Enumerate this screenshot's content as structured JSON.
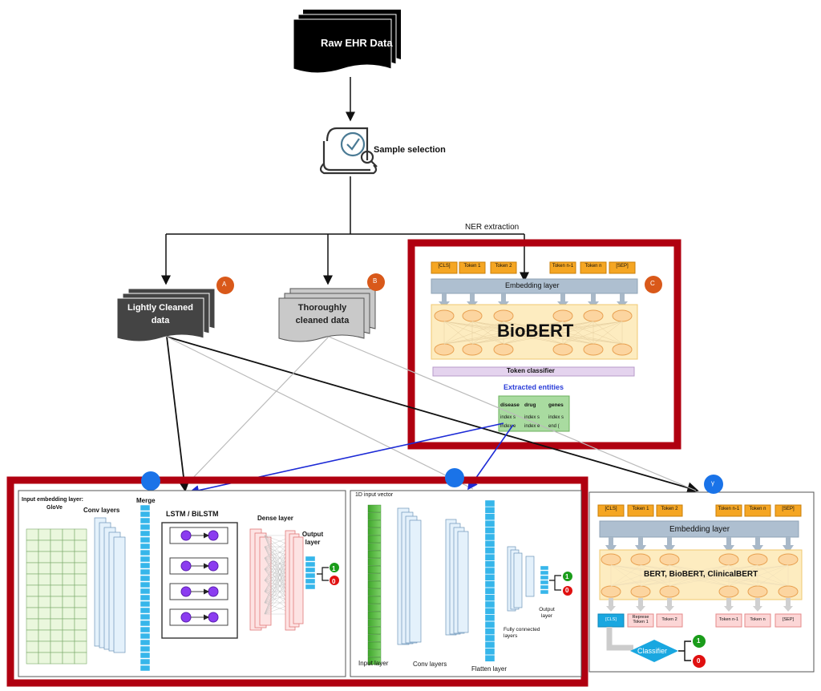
{
  "top": {
    "raw_ehr": "Raw EHR Data",
    "sample_selection": "Sample selection",
    "ner_extraction": "NER extraction"
  },
  "datasets": {
    "lightly": "Lightly Cleaned data",
    "thorough": "Thoroughly cleaned data",
    "badge_a": "A",
    "badge_b": "B",
    "badge_c": "C"
  },
  "biobert": {
    "tokens": [
      "[CLS]",
      "Token 1",
      "Token 2",
      "Token n-1",
      "Token n",
      "[SEP]"
    ],
    "embedding": "Embedding layer",
    "title": "BioBERT",
    "token_classifier": "Token classifier",
    "extracted": "Extracted entities",
    "table_headers": [
      "disease",
      "drug",
      "genes"
    ],
    "table_rows": [
      [
        "index s",
        "index s",
        "index s"
      ],
      [
        "index e",
        "index e",
        "end ("
      ]
    ]
  },
  "lstm_panel": {
    "input_embedding": "Input embedding layer:",
    "glove": "GloVe",
    "conv_layers": "Conv layers",
    "merge": "Merge",
    "lstm": "LSTM / BiLSTM",
    "dense": "Dense layer",
    "output": "Output layer",
    "out_1": "1",
    "out_0": "0"
  },
  "cnn_panel": {
    "input_vector": "1D input vector",
    "input_layer": "Input layer",
    "conv_layers": "Conv layers",
    "flatten": "Flatten layer",
    "fc": "Fully connected layers",
    "output": "Output layer",
    "out_1": "1",
    "out_0": "0"
  },
  "bert_panel": {
    "badge": "γ",
    "tokens": [
      "[CLS]",
      "Token 1",
      "Token 2",
      "Token n-1",
      "Token n",
      "[SEP]"
    ],
    "embedding": "Embedding layer",
    "models": "BERT, BioBERT, ClinicalBERT",
    "out_tokens": [
      "[CLS]",
      "Represe Token 1",
      "Token 2",
      "Token n-1",
      "Token n",
      "[SEP]"
    ],
    "classifier": "Classifier",
    "out_1": "1",
    "out_0": "0"
  },
  "colors": {
    "highlight_red": "#b00010",
    "badge_orange": "#d9591a",
    "badge_blue": "#1a73e8",
    "token_orange": "#f5a623",
    "embedding_blue": "#aebfd0"
  }
}
